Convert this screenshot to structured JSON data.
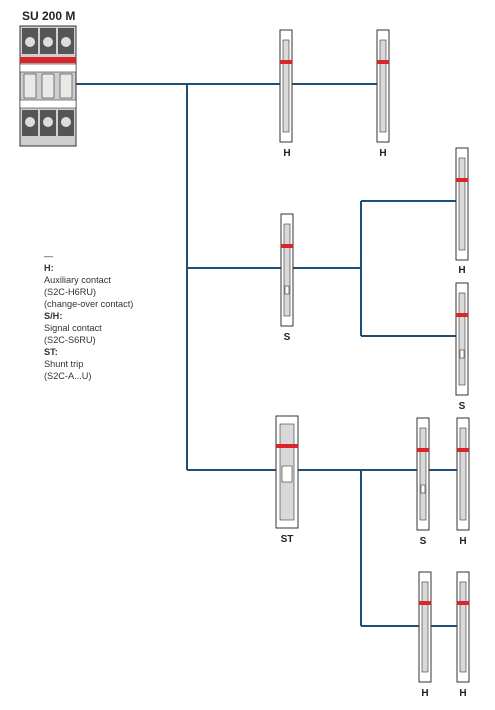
{
  "title": "SU 200 M",
  "legend": {
    "dash": "—",
    "h_label": "H:",
    "h_desc1": "Auxiliary contact",
    "h_desc2": "(S2C-H6RU)",
    "h_desc3": "(change-over contact)",
    "s_label": "S/H:",
    "s_desc1": "Signal contact",
    "s_desc2": "(S2C-S6RU)",
    "st_label": "ST:",
    "st_desc1": "Shunt trip",
    "st_desc2": "(S2C-A...U)"
  },
  "labels": {
    "h1": "H",
    "h2": "H",
    "h3": "H",
    "s1": "S",
    "s2": "S",
    "st": "ST",
    "s3": "S",
    "h4": "H",
    "h5": "H",
    "h6": "H"
  },
  "colors": {
    "line": "#1f4e79",
    "accent_red": "#d9262c",
    "device_grey": "#d9d9d9",
    "device_outline": "#333333"
  }
}
